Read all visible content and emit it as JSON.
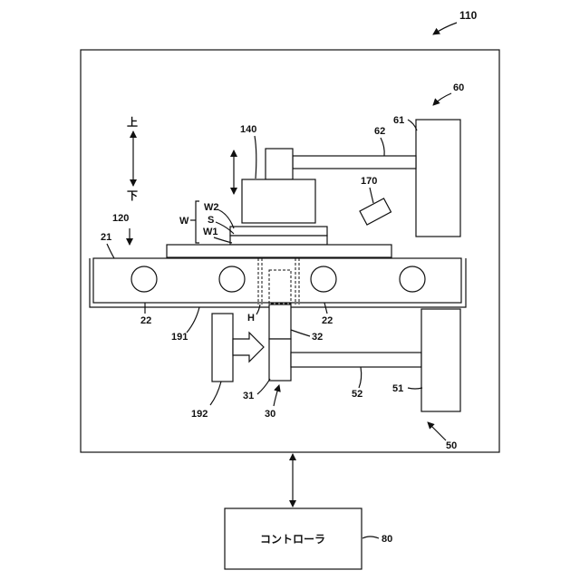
{
  "labels": {
    "l110": "110",
    "l60": "60",
    "l61": "61",
    "l62": "62",
    "l140": "140",
    "l170": "170",
    "l120": "120",
    "l21": "21",
    "lW": "W",
    "lW2": "W2",
    "lS": "S",
    "lW1": "W1",
    "l22a": "22",
    "l22b": "22",
    "lH": "H",
    "l191": "191",
    "l32": "32",
    "l31": "31",
    "l30": "30",
    "l52": "52",
    "l51": "51",
    "l192": "192",
    "l50": "50",
    "l80": "80",
    "up": "上",
    "down": "下",
    "controller": "コントローラ"
  }
}
